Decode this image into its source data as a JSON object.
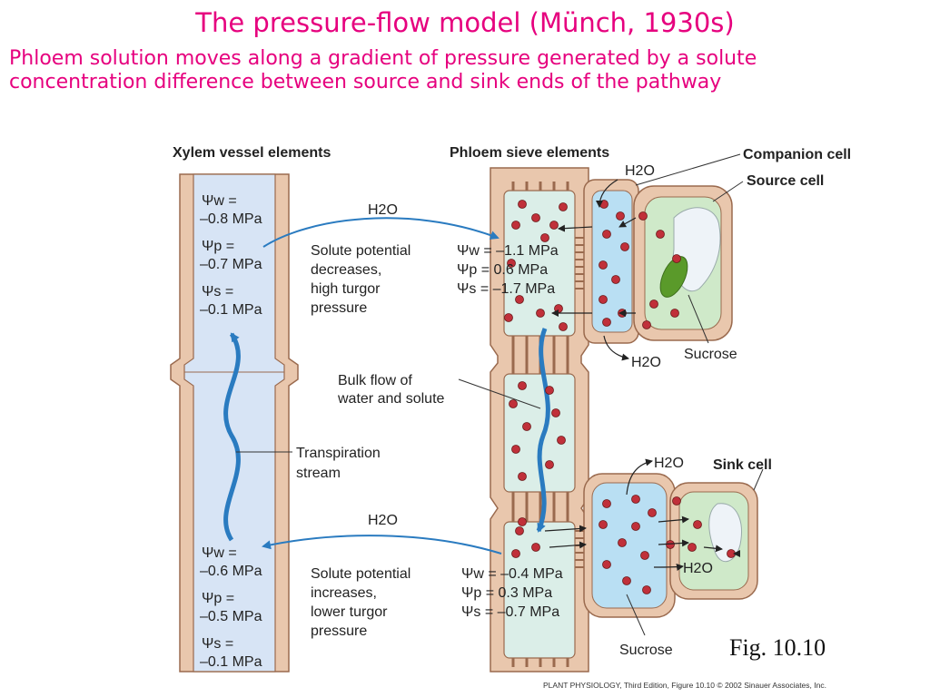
{
  "title": "The pressure-flow model (Münch, 1930s)",
  "subtitle_line1": "Phloem solution moves along a gradient of pressure  generated by a solute",
  "subtitle_line2": "concentration difference between source and sink ends of the pathway",
  "headers": {
    "xylem": "Xylem vessel elements",
    "phloem": "Phloem sieve elements",
    "companion": "Companion cell",
    "source": "Source cell",
    "sink": "Sink cell"
  },
  "xylem_top": {
    "psi_w_label": "Ψw =",
    "psi_w_value": "–0.8 MPa",
    "psi_p_label": "Ψp =",
    "psi_p_value": "–0.7 MPa",
    "psi_s_label": "Ψs =",
    "psi_s_value": "–0.1 MPa"
  },
  "xylem_bottom": {
    "psi_w_label": "Ψw =",
    "psi_w_value": "–0.6 MPa",
    "psi_p_label": "Ψp =",
    "psi_p_value": "–0.5 MPa",
    "psi_s_label": "Ψs =",
    "psi_s_value": "–0.1 MPa"
  },
  "phloem_top": {
    "psi_w": "Ψw = –1.1 MPa",
    "psi_p": "Ψp = 0.6 MPa",
    "psi_s": "Ψs = –1.7 MPa"
  },
  "phloem_bottom": {
    "psi_w": "Ψw = –0.4 MPa",
    "psi_p": "Ψp =  0.3 MPa",
    "psi_s": "Ψs = –0.7 MPa"
  },
  "labels": {
    "h2o": "H2O",
    "solute_top_1": "Solute potential",
    "solute_top_2": "decreases,",
    "solute_top_3": "high turgor",
    "solute_top_4": "pressure",
    "bulk_1": "Bulk flow of",
    "bulk_2": "water and solute",
    "transp_1": "Transpiration",
    "transp_2": "stream",
    "solute_bot_1": "Solute potential",
    "solute_bot_2": "increases,",
    "solute_bot_3": "lower turgor",
    "solute_bot_4": "pressure",
    "sucrose": "Sucrose"
  },
  "fig_label": "Fig. 10.10",
  "credit": "PLANT PHYSIOLOGY, Third Edition, Figure 10.10  © 2002 Sinauer Associates, Inc.",
  "colors": {
    "title": "#e6007e",
    "wall": "#e9c7ad",
    "wall_stroke": "#9a6a4e",
    "xylem_fill": "#d7e4f5",
    "phloem_fill": "#dbeee8",
    "companion_fill": "#b9dff3",
    "cell_fill": "#cfe9c9",
    "vacuole": "#eef3f8",
    "chloroplast": "#5a9a2a",
    "sucrose": "#c0303a",
    "arrow_blue": "#2a7bc0"
  }
}
